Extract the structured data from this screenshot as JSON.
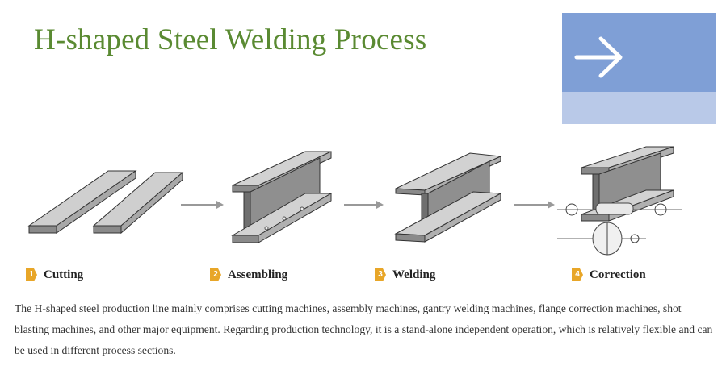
{
  "title": "H-shaped Steel Welding Process",
  "accent_color": "#5a8a32",
  "nav_icon": "arrow-right-icon",
  "steps": [
    {
      "number": "1",
      "label": "Cutting"
    },
    {
      "number": "2",
      "label": "Assembling"
    },
    {
      "number": "3",
      "label": "Welding"
    },
    {
      "number": "4",
      "label": "Correction"
    }
  ],
  "caption": "The H-shaped steel production line mainly comprises cutting machines, assembly machines, gantry welding machines, flange correction machines, shot blasting machines, and other major equipment. Regarding production technology, it is a stand-alone independent operation, which is relatively flexible and can be used in different process sections."
}
